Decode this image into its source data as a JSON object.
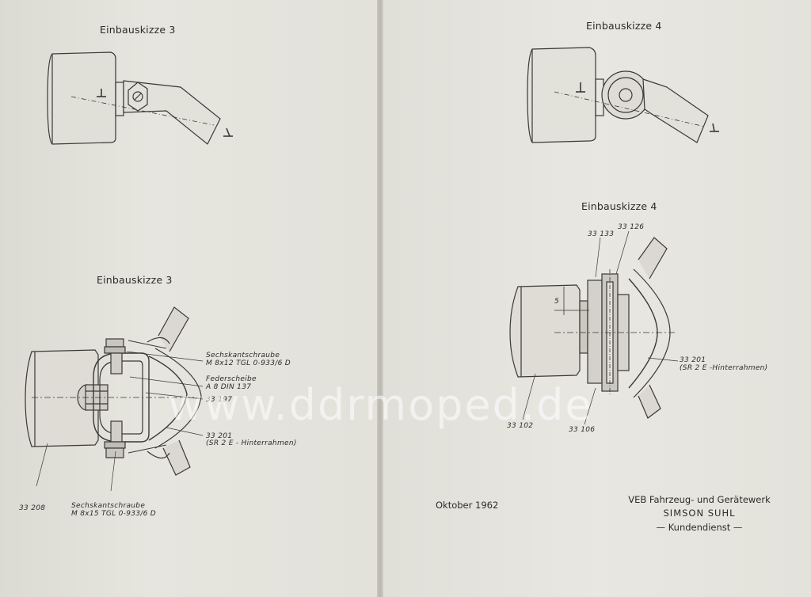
{
  "left_page": {
    "sketch_top_title": "Einbauskizze 3",
    "sketch_bottom_title": "Einbauskizze 3",
    "callouts": {
      "screw_top_line1": "Sechskantschraube",
      "screw_top_line2": "M 8x12 TGL 0-933/6 D",
      "washer_line1": "Federscheibe",
      "washer_line2": "A 8 DIN 137",
      "part_33197": "33 197",
      "part_33201": "33 201",
      "part_33201_note": "(SR 2 E - Hinterrahmen)",
      "part_33208": "33 208",
      "screw_bottom_line1": "Sechskantschraube",
      "screw_bottom_line2": "M 8x15 TGL 0-933/6 D"
    }
  },
  "right_page": {
    "sketch_top_title": "Einbauskizze 4",
    "sketch_bottom_title": "Einbauskizze 4",
    "callouts": {
      "part_33133": "33 133",
      "part_33126": "33 126",
      "dim_5": "5",
      "part_33201": "33 201",
      "part_33201_note": "(SR 2 E -Hinterrahmen)",
      "part_33102": "33 102",
      "part_33106": "33 106"
    },
    "date": "Oktober 1962",
    "company_line1": "VEB Fahrzeug- und Gerätewerk",
    "company_line2": "SIMSON SUHL",
    "company_line3": "— Kundendienst —"
  },
  "watermark": "www.ddrmoped.de"
}
